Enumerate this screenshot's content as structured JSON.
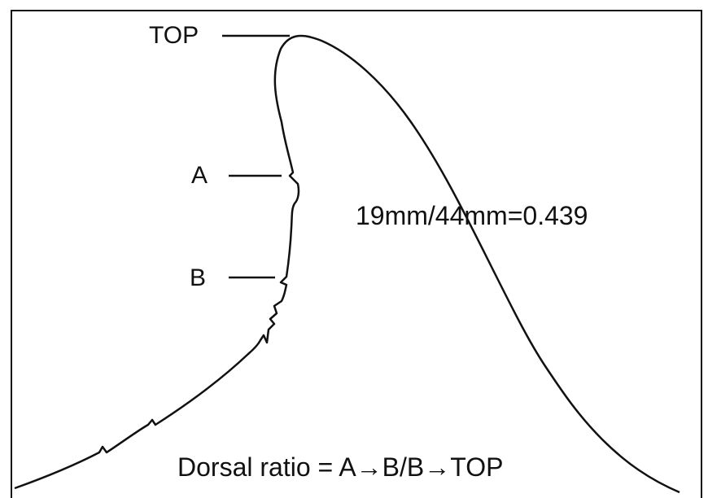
{
  "landmarks": {
    "top": "TOP",
    "a": "A",
    "b": "B"
  },
  "measurement": "19mm/44mm=0.439",
  "formula": "Dorsal ratio = A→B/B→TOP",
  "colors": {
    "ink": "#111111",
    "background": "#ffffff"
  }
}
